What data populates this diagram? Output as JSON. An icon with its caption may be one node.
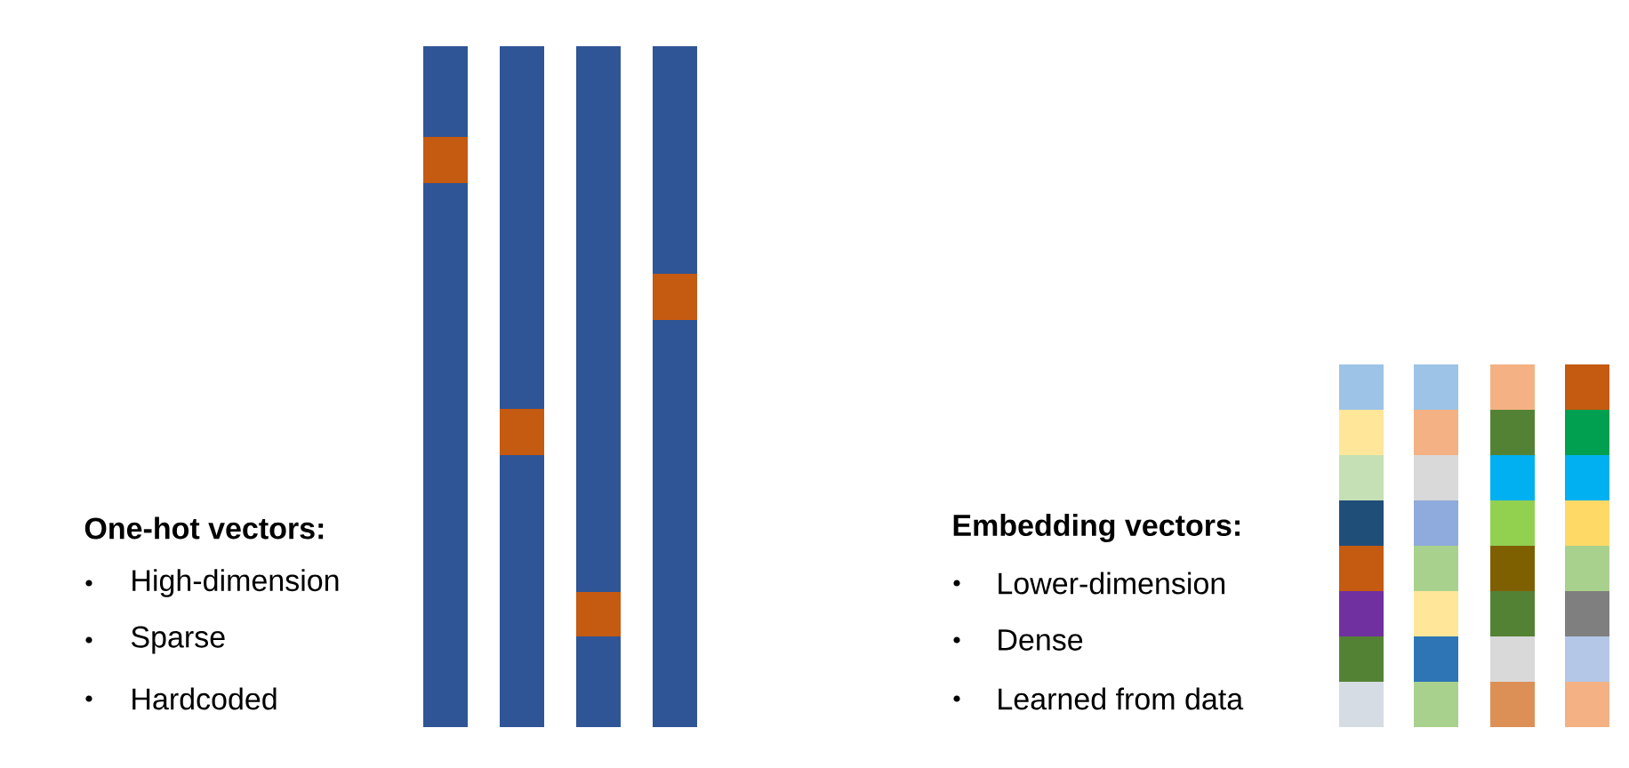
{
  "diagram": {
    "labels": [
      "One-hot vectors:",
      "High-dimension",
      "Sparse",
      "Hardcoded",
      "Embedding vectors:",
      "Lower-dimension",
      "Dense",
      "Learned from data"
    ]
  }
}
